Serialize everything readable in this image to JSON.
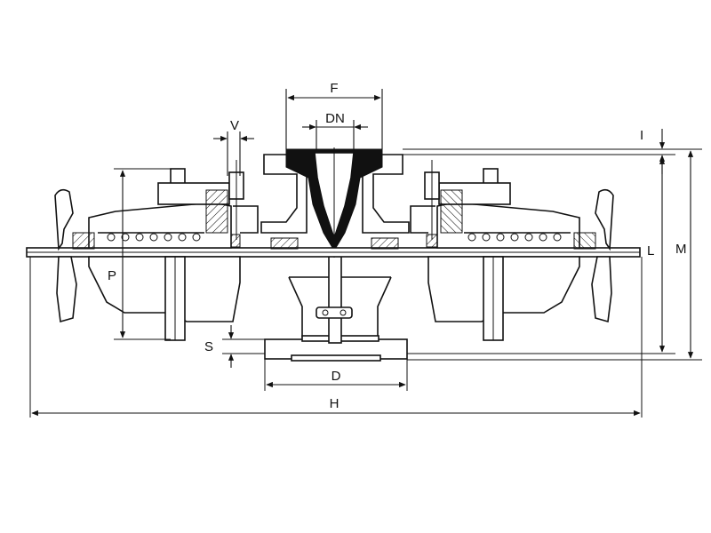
{
  "labels": {
    "F": "F",
    "DN": "DN",
    "V": "V",
    "I": "I",
    "L": "L",
    "M": "M",
    "P": "P",
    "S": "S",
    "D": "D",
    "H": "H"
  }
}
